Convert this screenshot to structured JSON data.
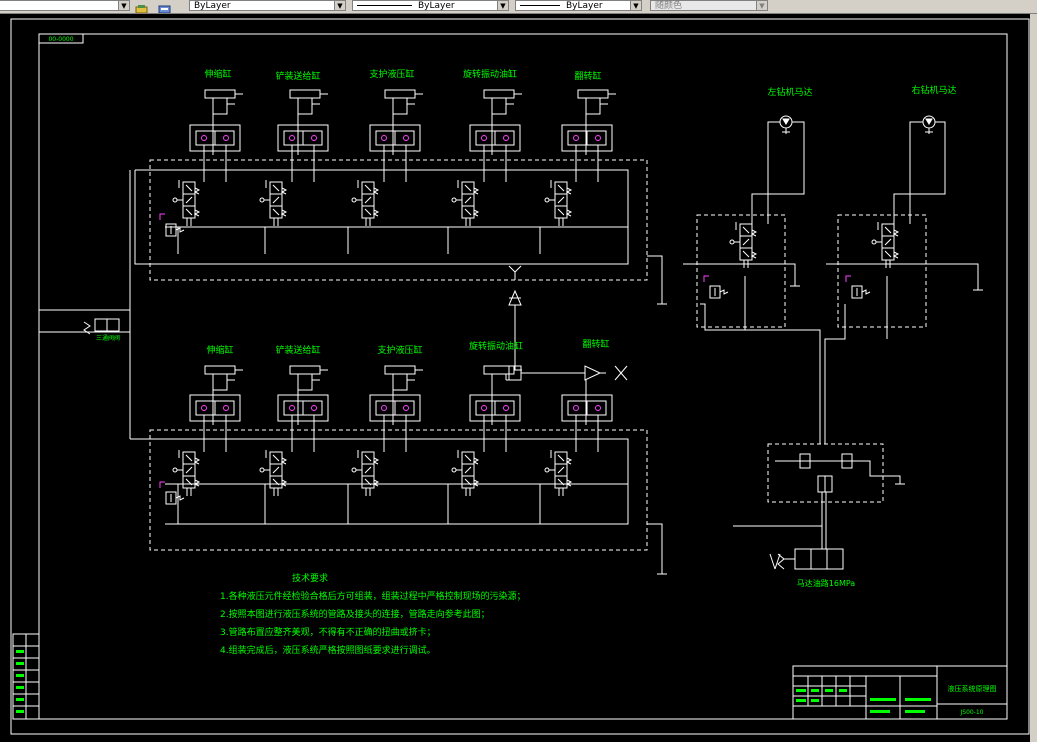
{
  "toolbar": {
    "bylayer_1": "ByLayer",
    "bylayer_2": "ByLayer",
    "bylayer_3": "ByLayer",
    "plot_style": "随颜色"
  },
  "drawing": {
    "sheet_code": "00-0000",
    "top_cylinders": [
      "伸缩缸",
      "铲装送给缸",
      "支护液压缸",
      "旋转振动油缸",
      "翻转缸"
    ],
    "bottom_cylinders": [
      "伸缩缸",
      "铲装送给缸",
      "支护液压缸",
      "旋转振动油缸",
      "翻转缸"
    ],
    "motors": [
      "左钻机马达",
      "右钻机马达"
    ],
    "valve_label_left": "三通阀阀",
    "motor_pressure": "马达油路16MPa",
    "tech_title": "技术要求",
    "tech_notes": [
      "1.各种液压元件经检验合格后方可组装，组装过程中严格控制现场的污染源；",
      "2.按照本图进行液压系统的管路及接头的连接，管路走向参考此图；",
      "3.管路布置应整齐美观，不得有不正确的扭曲或挤卡；",
      "4.组装完成后，液压系统严格按照图纸要求进行调试。"
    ],
    "title_block": {
      "name": "液压系统原理图",
      "code": "JS00-10"
    }
  }
}
